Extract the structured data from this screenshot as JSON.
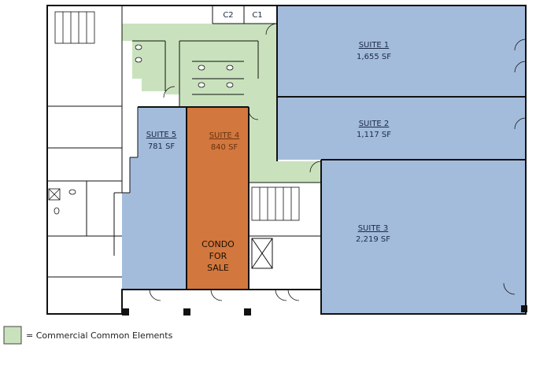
{
  "units": [
    {
      "name": "SUITE 1",
      "area": "1,655 SF",
      "color": "#a4bcdc"
    },
    {
      "name": "SUITE 2",
      "area": "1,117 SF",
      "color": "#a4bcdc"
    },
    {
      "name": "SUITE 3",
      "area": "2,219 SF",
      "color": "#a4bcdc"
    },
    {
      "name": "SUITE 4",
      "area": "840 SF",
      "color": "#d2773e"
    },
    {
      "name": "SUITE 5",
      "area": "781 SF",
      "color": "#a4bcdc"
    }
  ],
  "small_rooms": [
    "C2",
    "C1"
  ],
  "condo_note": [
    "CONDO",
    "FOR",
    "SALE"
  ],
  "legend": {
    "text": "= Commercial Common Elements",
    "color": "#c9e2bd"
  }
}
